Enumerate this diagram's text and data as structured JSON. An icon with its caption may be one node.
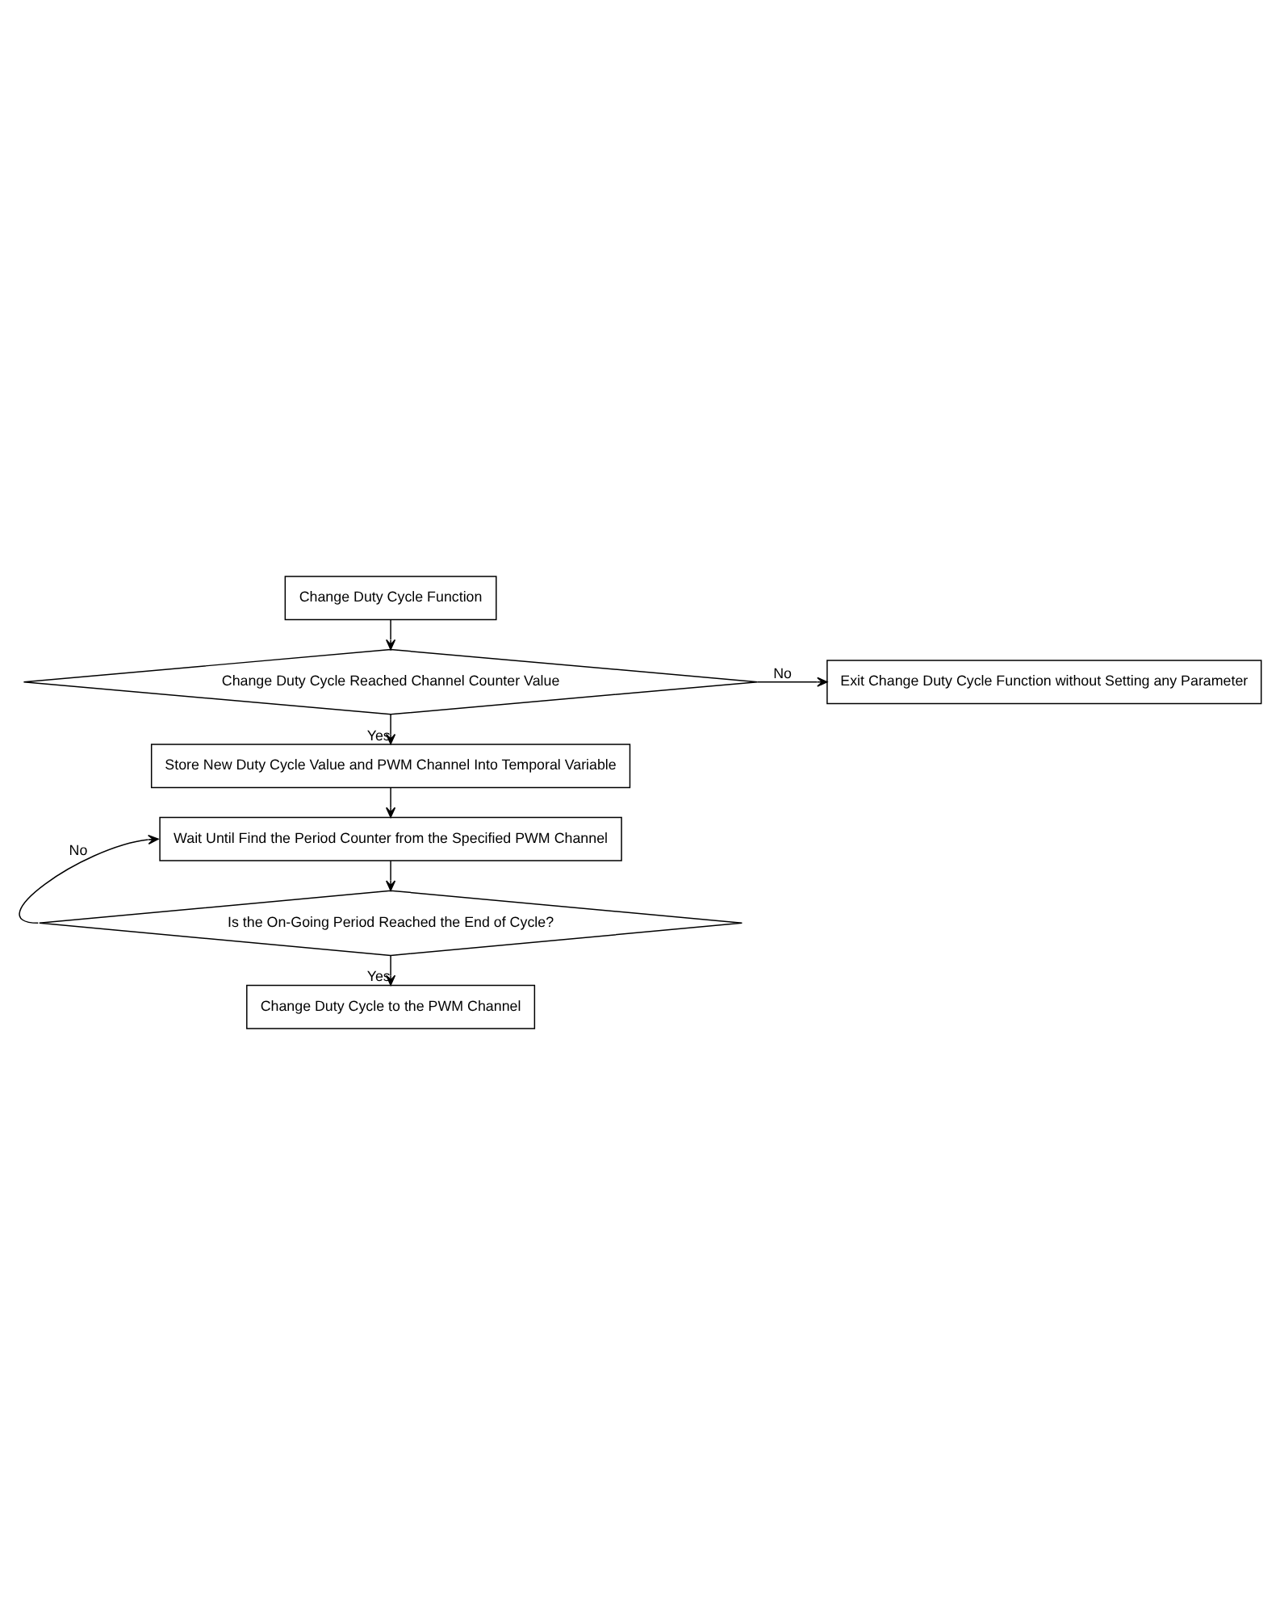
{
  "diagram": {
    "nodes": [
      {
        "text": [
          "Change Duty Cycle Function"
        ]
      },
      {
        "text": [
          "Change Duty Cycle Reached Channel Counter Value"
        ]
      },
      {
        "text": [
          "Exit Change Duty Cycle Function without Setting any Parameter"
        ]
      },
      {
        "text": [
          "Store New Duty Cycle Value and PWM Channel Into Temporal Variable"
        ]
      },
      {
        "text": [
          "Wait Until Find the Period Counter from the Specified PWM Channel"
        ]
      },
      {
        "text": [
          "Is the On-Going Period Reached the End of Cycle?"
        ]
      },
      {
        "text": [
          "Change Duty Cycle to the PWM Channel"
        ]
      }
    ],
    "edges": [
      {
        "from": 0,
        "to": 1,
        "arrow": "to"
      },
      {
        "from": 1,
        "to": 2,
        "arrow": "to",
        "label": "No"
      },
      {
        "from": 1,
        "to": 3,
        "arrow": "to",
        "label": "Yes"
      },
      {
        "from": 3,
        "to": 4,
        "arrow": "to"
      },
      {
        "from": 4,
        "to": 5,
        "arrow": "to"
      },
      {
        "from": 5,
        "to": 4,
        "arrow": "to",
        "label": "No"
      },
      {
        "from": 5,
        "to": 6,
        "arrow": "to",
        "label": "Yes"
      }
    ]
  }
}
